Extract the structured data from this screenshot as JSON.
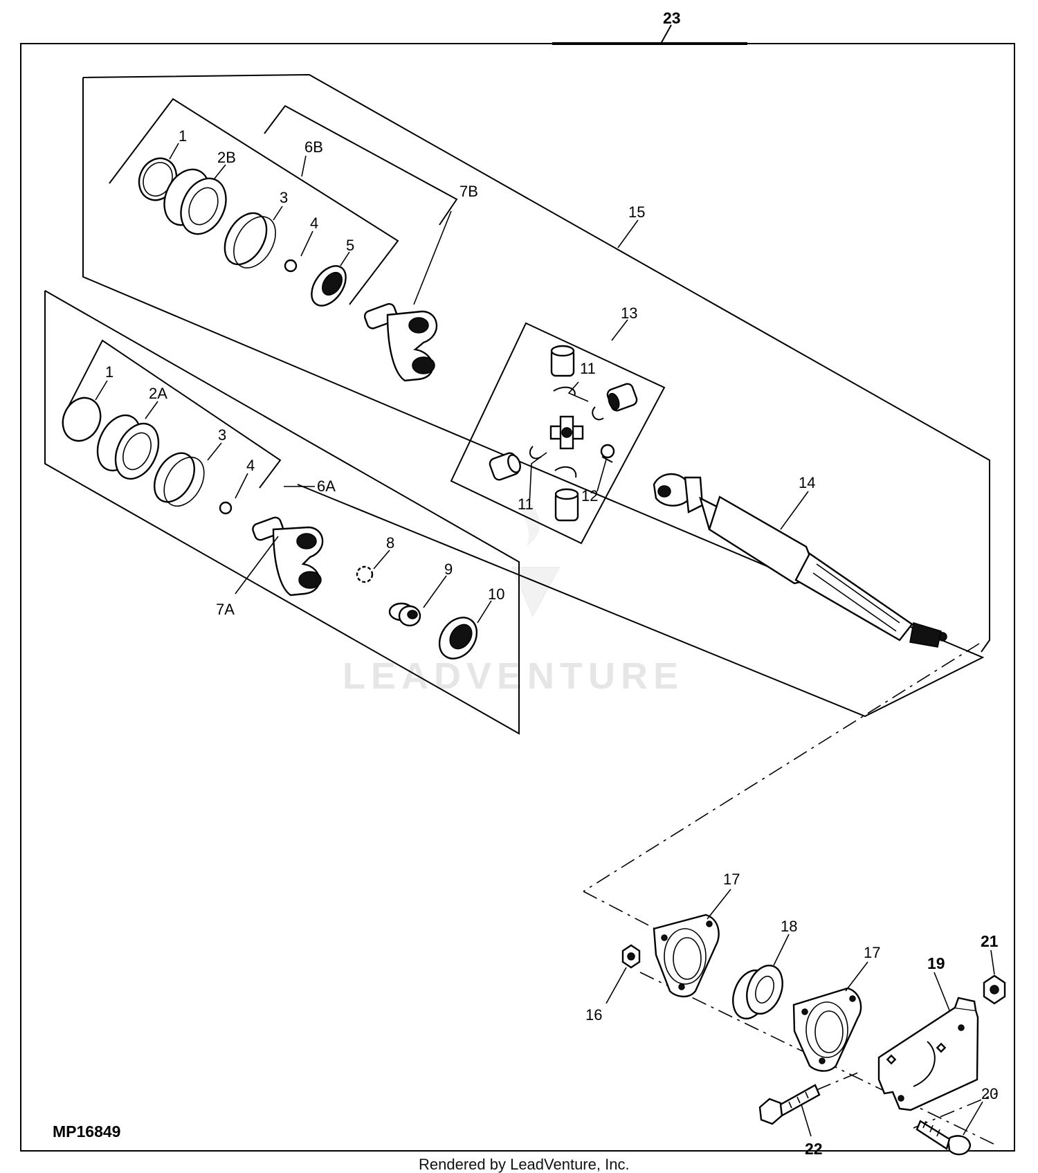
{
  "diagram_id": "MP16849",
  "footer": "Rendered by LeadVenture, Inc.",
  "watermark": "LEADVENTURE",
  "callouts": {
    "c23": "23",
    "c1_upper": "1",
    "c2B": "2B",
    "c6B": "6B",
    "c3_upper": "3",
    "c4_upper": "4",
    "c5": "5",
    "c7B": "7B",
    "c15": "15",
    "c13": "13",
    "c11_upper": "11",
    "c11_lower": "11",
    "c12": "12",
    "c14": "14",
    "c1_lower": "1",
    "c2A": "2A",
    "c3_lower": "3",
    "c4_lower": "4",
    "c6A": "6A",
    "c7A": "7A",
    "c8": "8",
    "c9": "9",
    "c10": "10",
    "c17_left": "17",
    "c18": "18",
    "c17_right": "17",
    "c21": "21",
    "c19": "19",
    "c16": "16",
    "c20": "20",
    "c22": "22"
  }
}
